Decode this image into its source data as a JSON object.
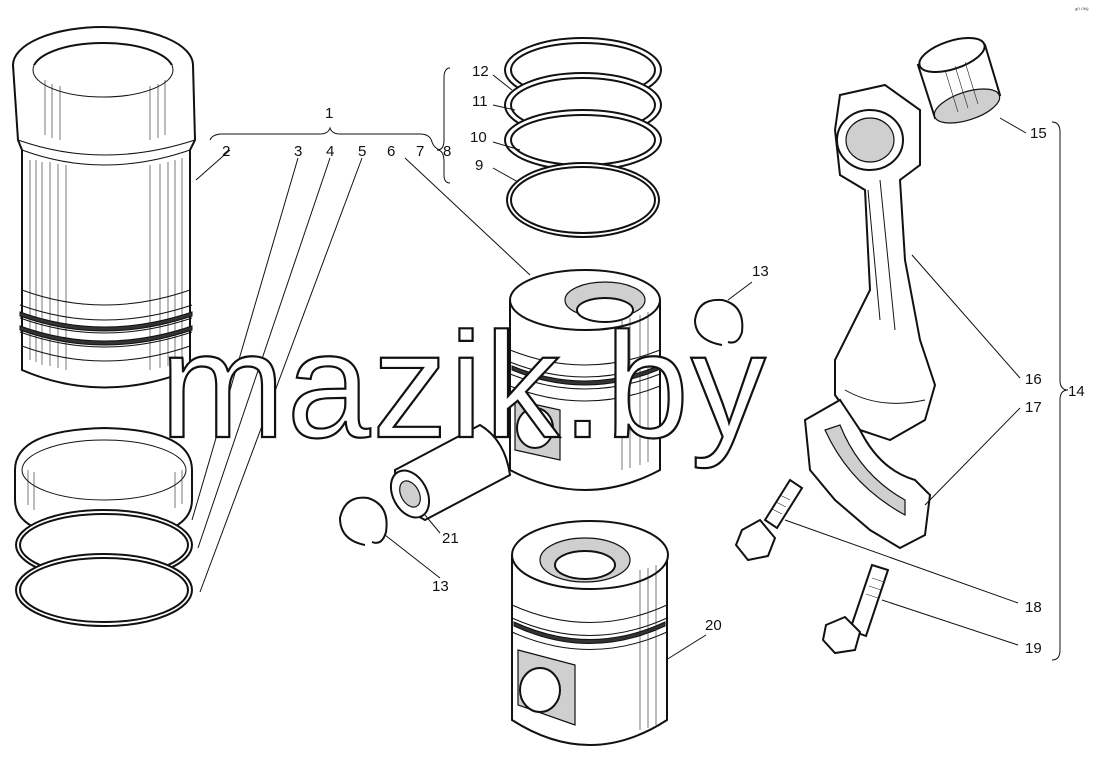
{
  "labels": [
    {
      "id": "1",
      "text": "1"
    },
    {
      "id": "2",
      "text": "2"
    },
    {
      "id": "3",
      "text": "3"
    },
    {
      "id": "4",
      "text": "4"
    },
    {
      "id": "5",
      "text": "5"
    },
    {
      "id": "6",
      "text": "6"
    },
    {
      "id": "7",
      "text": "7"
    },
    {
      "id": "8",
      "text": "8"
    },
    {
      "id": "9",
      "text": "9"
    },
    {
      "id": "10",
      "text": "10"
    },
    {
      "id": "11",
      "text": "11"
    },
    {
      "id": "12",
      "text": "12"
    },
    {
      "id": "13a",
      "text": "13"
    },
    {
      "id": "13b",
      "text": "13"
    },
    {
      "id": "14",
      "text": "14"
    },
    {
      "id": "15",
      "text": "15"
    },
    {
      "id": "16",
      "text": "16"
    },
    {
      "id": "17",
      "text": "17"
    },
    {
      "id": "18",
      "text": "18"
    },
    {
      "id": "19",
      "text": "19"
    },
    {
      "id": "20",
      "text": "20"
    },
    {
      "id": "21",
      "text": "21"
    }
  ],
  "watermark": "mazik.by",
  "corner_mark": "ᵃ⁰ ⁰⁰⁸"
}
